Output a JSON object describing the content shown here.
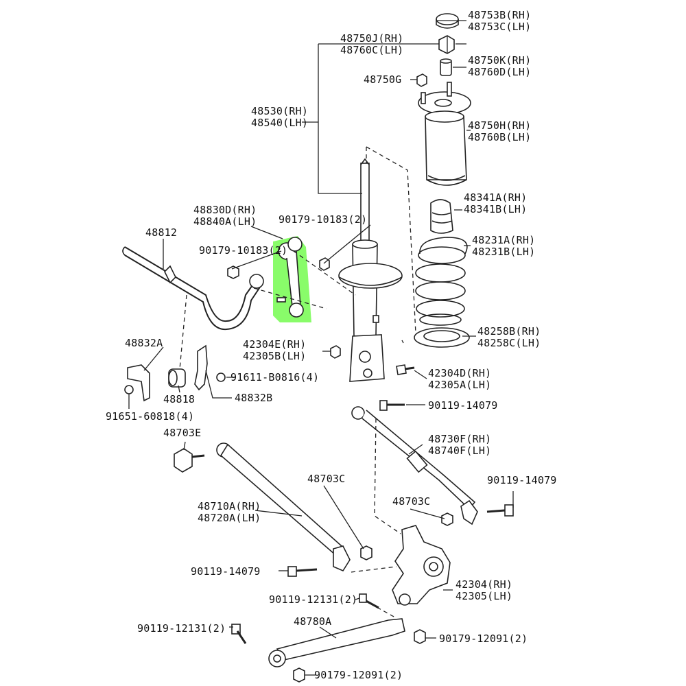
{
  "highlight_color": "#7CFC5A",
  "labels": {
    "l48753b": "48753B(RH)",
    "l48753c": "48753C(LH)",
    "l48750j": "48750J(RH)",
    "l48760c": "48760C(LH)",
    "l48750k": "48750K(RH)",
    "l48760d": "48760D(LH)",
    "l48750g": "48750G",
    "l48530": "48530(RH)",
    "l48540": "48540(LH)",
    "l48750h": "48750H(RH)",
    "l48760b": "48760B(LH)",
    "l48341a": "48341A(RH)",
    "l48341b": "48341B(LH)",
    "l48830d": "48830D(RH)",
    "l48840a": "48840A(LH)",
    "l90179a": "90179-10183(2)",
    "l48812": "48812",
    "l90179b": "90179-10183(2)",
    "l48231a": "48231A(RH)",
    "l48231b": "48231B(LH)",
    "l48258b": "48258B(RH)",
    "l48258c": "48258C(LH)",
    "l48832a": "48832A",
    "l42304e": "42304E(RH)",
    "l42305b": "42305B(LH)",
    "l91611": "91611-B0816(4)",
    "l42304d": "42304D(RH)",
    "l42305a": "42305A(LH)",
    "l48818": "48818",
    "l48832b": "48832B",
    "l91651": "91651-60818(4)",
    "l90119a": "90119-14079",
    "l48703e": "48703E",
    "l48730f": "48730F(RH)",
    "l48740f": "48740F(LH)",
    "l48703c1": "48703C",
    "l90119b": "90119-14079",
    "l48710a": "48710A(RH)",
    "l48720a": "48720A(LH)",
    "l48703c2": "48703C",
    "l90119c": "90119-14079",
    "l42304": "42304(RH)",
    "l42305": "42305(LH)",
    "l90119d": "90119-12131(2)",
    "l48780a": "48780A",
    "l90119e": "90119-12131(2)",
    "l90179c": "90179-12091(2)",
    "l90179d": "90179-12091(2)"
  }
}
